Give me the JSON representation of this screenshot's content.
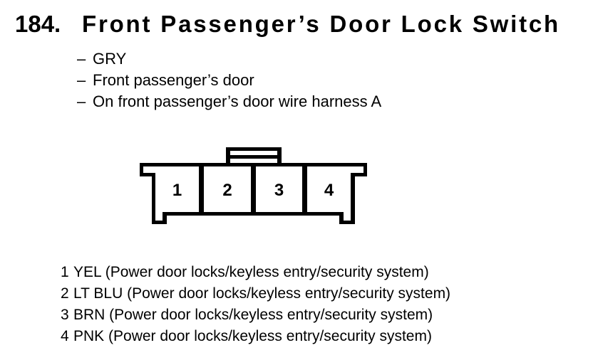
{
  "colors": {
    "ink": "#000000",
    "paper": "#ffffff"
  },
  "header": {
    "number": "184.",
    "title": "Front Passenger’s Door Lock Switch"
  },
  "details": {
    "items": [
      {
        "bullet": "–",
        "text": "GRY"
      },
      {
        "bullet": "–",
        "text": "Front passenger’s door"
      },
      {
        "bullet": "–",
        "text": "On front passenger’s door wire harness A"
      }
    ]
  },
  "connector": {
    "pins": [
      {
        "number": "1"
      },
      {
        "number": "2"
      },
      {
        "number": "3"
      },
      {
        "number": "4"
      }
    ]
  },
  "pinout": {
    "rows": [
      {
        "pin": "1",
        "label": "YEL (Power door locks/keyless entry/security system)"
      },
      {
        "pin": "2",
        "label": "LT BLU (Power door locks/keyless entry/security system)"
      },
      {
        "pin": "3",
        "label": "BRN (Power door locks/keyless entry/security system)"
      },
      {
        "pin": "4",
        "label": "PNK (Power door locks/keyless entry/security system)"
      }
    ]
  }
}
